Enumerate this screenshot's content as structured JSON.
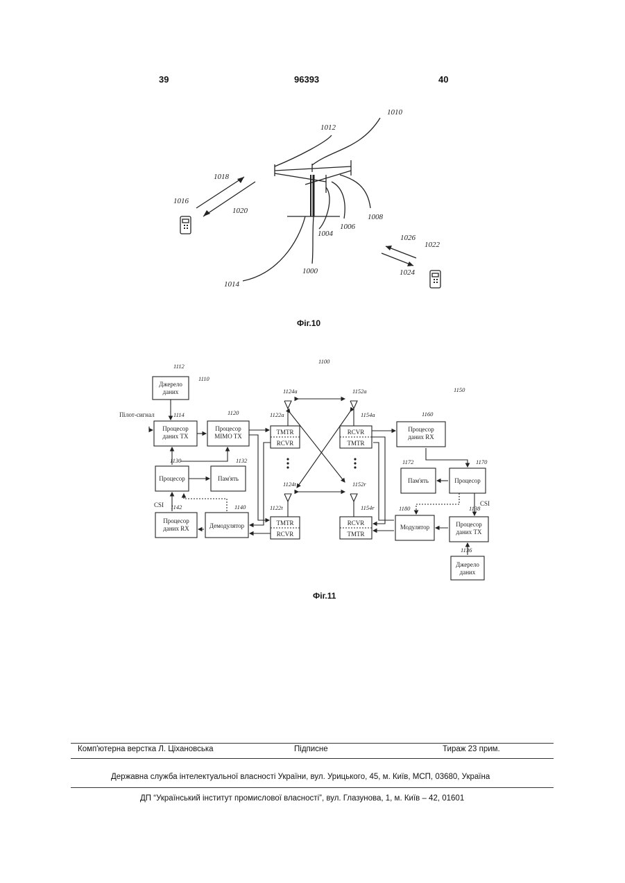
{
  "header": {
    "page_left": "39",
    "patent_number": "96393",
    "page_right": "40"
  },
  "fig10": {
    "caption": "Фіг.10",
    "refs": {
      "r1010": "1010",
      "r1012": "1012",
      "r1018": "1018",
      "r1020": "1020",
      "r1016": "1016",
      "r1006": "1006",
      "r1008": "1008",
      "r1004": "1004",
      "r1026": "1026",
      "r1022": "1022",
      "r1024": "1024",
      "r1000": "1000",
      "r1014": "1014"
    }
  },
  "fig11": {
    "caption": "Фіг.11",
    "refs": {
      "r1100": "1100",
      "r1112": "1112",
      "r1110": "1110",
      "r1150": "1150",
      "r1114": "1114",
      "r1120": "1120",
      "r1124a": "1124a",
      "r1152a": "1152a",
      "r1122a": "1122a",
      "r1154a": "1154a",
      "r1160": "1160",
      "r1130": "1130",
      "r1132": "1132",
      "r1172": "1172",
      "r1170": "1170",
      "r1124t": "1124t",
      "r1152r": "1152r",
      "r1142": "1142",
      "r1140": "1140",
      "r1122t": "1122t",
      "r1154r": "1154r",
      "r1180": "1180",
      "r1138": "1138",
      "r1136": "1136"
    },
    "labels": {
      "data_source_1": "Джерело",
      "data_source_2": "даних",
      "pilot": "Пілот-сигнал",
      "tx_proc_1": "Процесор",
      "tx_proc_2": "даних TX",
      "mimo_1": "Процесор",
      "mimo_2": "MIMO TX",
      "tmtr": "TMTR",
      "rcvr": "RCVR",
      "rx_proc_1": "Процесор",
      "rx_proc_2": "даних RX",
      "processor": "Процесор",
      "memory": "Пам'ять",
      "csi": "CSI",
      "demod": "Демодулятор",
      "mod": "Модулятор"
    }
  },
  "footer": {
    "layout_credit": "Комп'ютерна верстка Л. Ціхановська",
    "signed": "Підписне",
    "circulation": "Тираж 23 прим.",
    "agency": "Державна служба інтелектуальної власності України, вул. Урицького, 45, м. Київ, МСП, 03680, Україна",
    "institute": "ДП “Український інститут промислової власності”, вул. Глазунова, 1, м. Київ – 42, 01601"
  }
}
